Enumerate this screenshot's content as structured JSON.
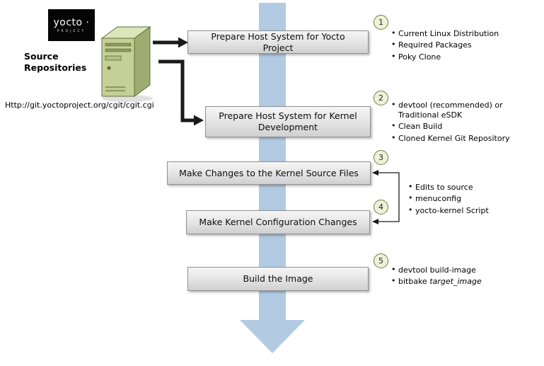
{
  "logo": {
    "name": "yocto ·",
    "sub": "PROJECT"
  },
  "source": {
    "label": "Source Repositories",
    "url": "Http://git.yoctoproject.org/cgit/cgit.cgi"
  },
  "steps": [
    {
      "num": "1",
      "title": "Prepare Host System for Yocto Project",
      "bullets": [
        "Current Linux Distribution",
        "Required Packages",
        "Poky Clone"
      ]
    },
    {
      "num": "2",
      "title": "Prepare Host System for Kernel Development",
      "bullets": [
        "devtool (recommended) or Traditional eSDK",
        "Clean Build",
        "Cloned Kernel Git Repository"
      ]
    },
    {
      "num": "3",
      "title": "Make Changes to the Kernel Source Files"
    },
    {
      "num": "4",
      "title": "Make Kernel Configuration Changes"
    },
    {
      "num": "5",
      "title": "Build the Image",
      "bullets": [
        "devtool build-image"
      ],
      "bullet_italic_prefix": "bitbake ",
      "bullet_italic_word": "target_image"
    }
  ],
  "shared_bullets_steps_3_4": [
    "Edits to source",
    "menuconfig",
    "yocto-kernel Script"
  ],
  "colors": {
    "flow_arrow": "#b3cbe2",
    "step_circle_fill": "#eef2d8",
    "step_circle_border": "#6c7f44",
    "server_green": "#c4d095"
  }
}
